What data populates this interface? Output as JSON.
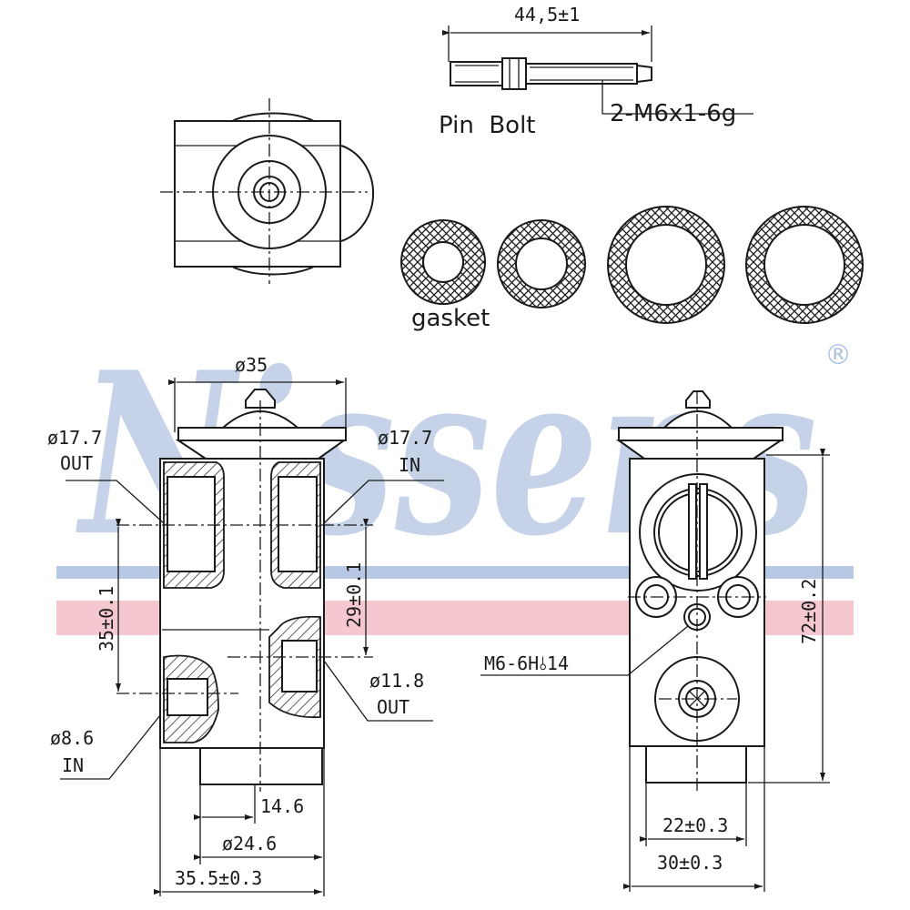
{
  "watermark": {
    "brand": "Nissens",
    "registered_mark": "®",
    "colors": {
      "brand_blue": "#6e8fc4",
      "brand_red": "#e07a89"
    }
  },
  "pin_bolt": {
    "length_dim": "44,5±1",
    "label": "Pin  Bolt",
    "thread_spec": "2-M6x1-6g"
  },
  "gasket_label": "gasket",
  "front_view": {
    "top_diameter": "ø35",
    "port_top_left": {
      "diameter": "ø17.7",
      "direction": "OUT"
    },
    "port_top_right": {
      "diameter": "ø17.7",
      "direction": "IN"
    },
    "port_bottom_right": {
      "diameter": "ø11.8",
      "direction": "OUT"
    },
    "port_bottom_left": {
      "diameter": "ø8.6",
      "direction": "IN"
    },
    "dim_35": "35±0.1",
    "dim_29": "29±0.1",
    "dim_14_6": "14.6",
    "dim_24_6": "ø24.6",
    "dim_35_5": "35.5±0.3"
  },
  "side_view": {
    "thread_hole": "M6-6H⫰14",
    "dim_72": "72±0.2",
    "dim_22": "22±0.3",
    "dim_30": "30±0.3"
  }
}
